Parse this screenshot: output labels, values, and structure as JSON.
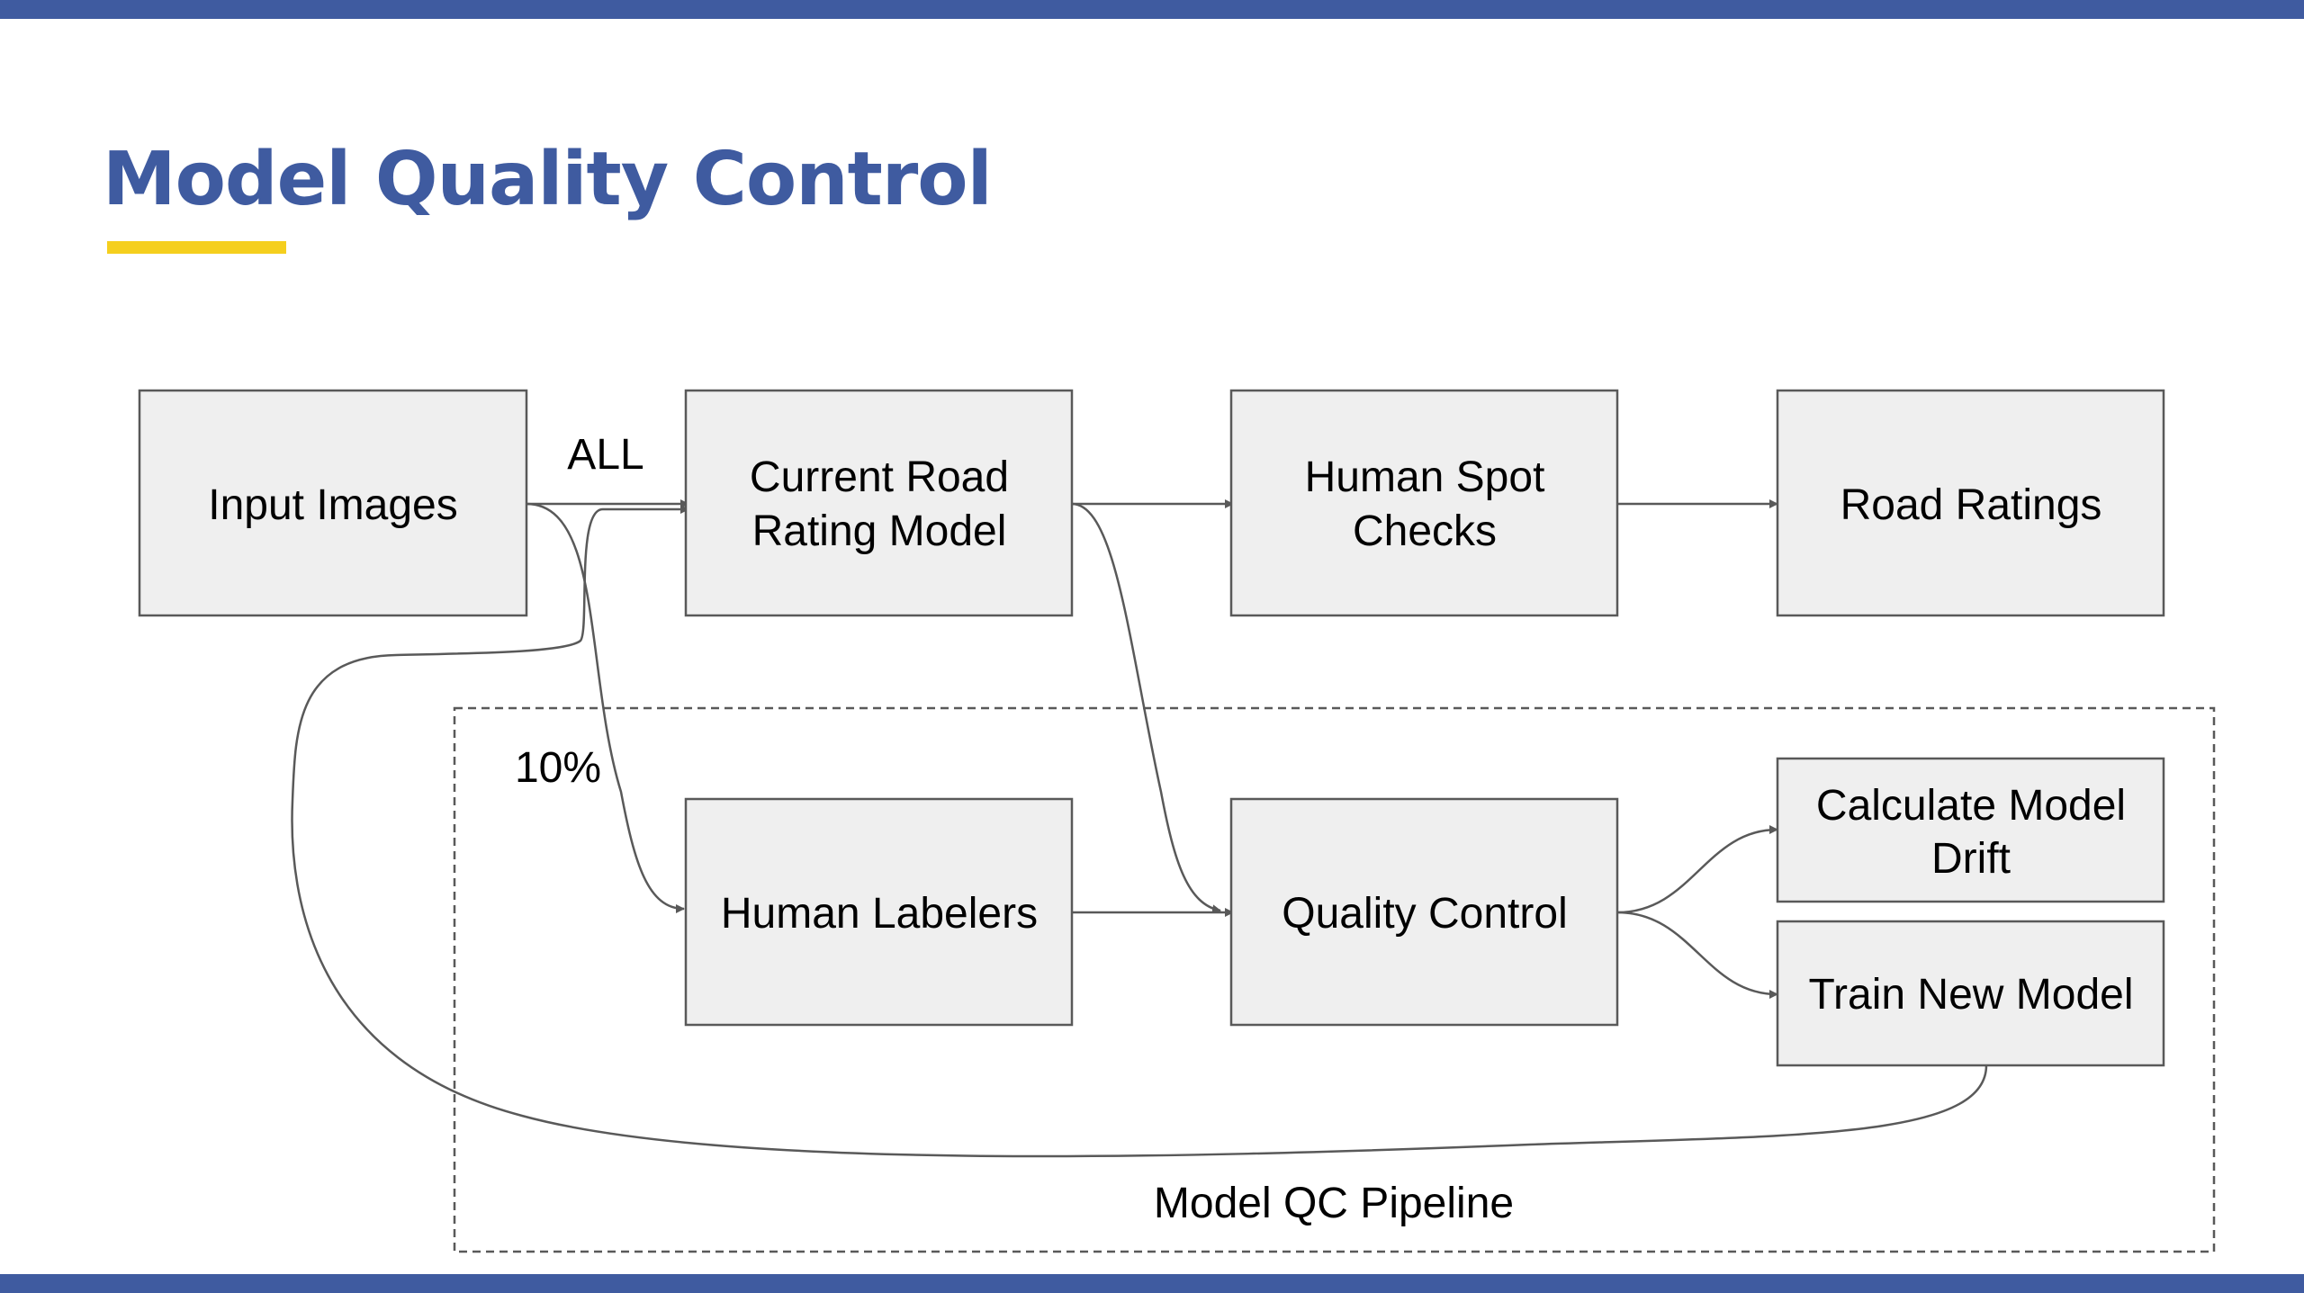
{
  "slide": {
    "title": "Model Quality Control",
    "colors": {
      "accent_bar": "#3f5ba0",
      "title": "#3f5ba0",
      "underline": "#f5cf1e",
      "box_fill": "#efefef",
      "stroke": "#595959"
    }
  },
  "diagram": {
    "nodes": {
      "input_images": {
        "lines": [
          "Input Images"
        ]
      },
      "current_model": {
        "lines": [
          "Current Road",
          "Rating Model"
        ]
      },
      "spot_checks": {
        "lines": [
          "Human Spot",
          "Checks"
        ]
      },
      "road_ratings": {
        "lines": [
          "Road Ratings"
        ]
      },
      "human_labelers": {
        "lines": [
          "Human Labelers"
        ]
      },
      "quality_control": {
        "lines": [
          "Quality Control"
        ]
      },
      "model_drift": {
        "lines": [
          "Calculate Model",
          "Drift"
        ]
      },
      "train_new": {
        "lines": [
          "Train New Model"
        ]
      }
    },
    "edge_labels": {
      "all": "ALL",
      "ten_percent": "10%"
    },
    "group_label": "Model QC Pipeline",
    "edges": [
      [
        "input_images",
        "current_model"
      ],
      [
        "input_images",
        "human_labelers"
      ],
      [
        "current_model",
        "spot_checks"
      ],
      [
        "current_model",
        "quality_control"
      ],
      [
        "spot_checks",
        "road_ratings"
      ],
      [
        "human_labelers",
        "quality_control"
      ],
      [
        "quality_control",
        "model_drift"
      ],
      [
        "quality_control",
        "train_new"
      ],
      [
        "train_new",
        "current_model"
      ]
    ]
  }
}
